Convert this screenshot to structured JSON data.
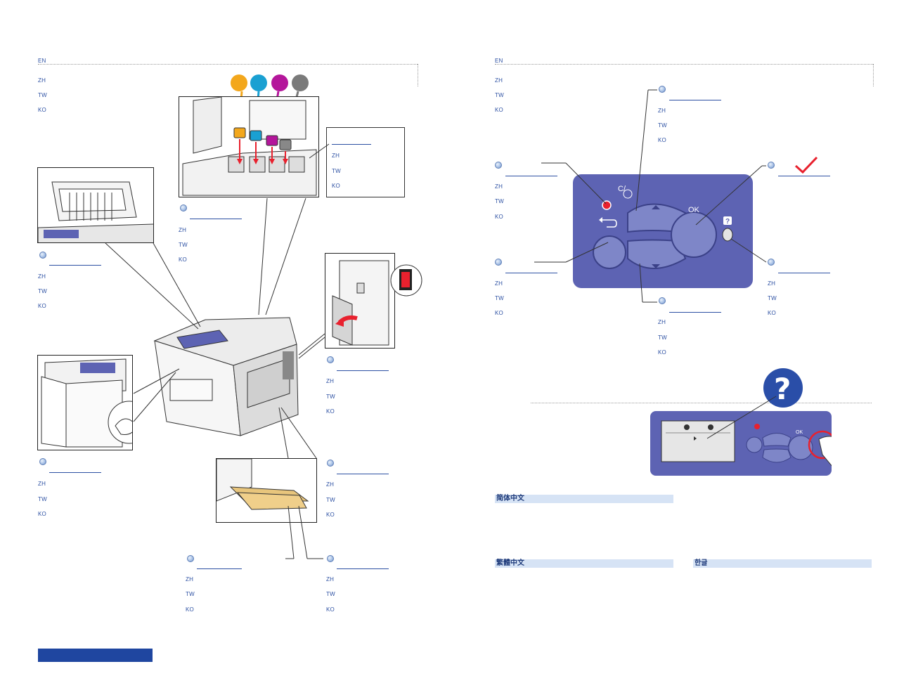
{
  "lang_codes": {
    "en": "EN",
    "zh": "ZH",
    "tw": "TW",
    "ko": "KO"
  },
  "panel": {
    "ok_label": "OK",
    "clear_label": "C/",
    "help_label": "?"
  },
  "sections": {
    "simplified_chinese": "简体中文",
    "traditional_chinese": "繁體中文",
    "korean": "한글"
  },
  "colors": {
    "accent_blue": "#2b4fa2",
    "bottom_bar": "#1f46a0",
    "panel_bg": "#5d63b3",
    "yellow_ink": "#f3a71c",
    "cyan_ink": "#1aa0d2",
    "magenta_ink": "#b4169b",
    "black_ink": "#7a7a7a",
    "checkmark": "#e8212e"
  },
  "icons": [
    "help-icon",
    "checkmark-icon",
    "back-arrow-icon",
    "up-arrow-icon",
    "down-arrow-icon",
    "power-switch-icon"
  ]
}
